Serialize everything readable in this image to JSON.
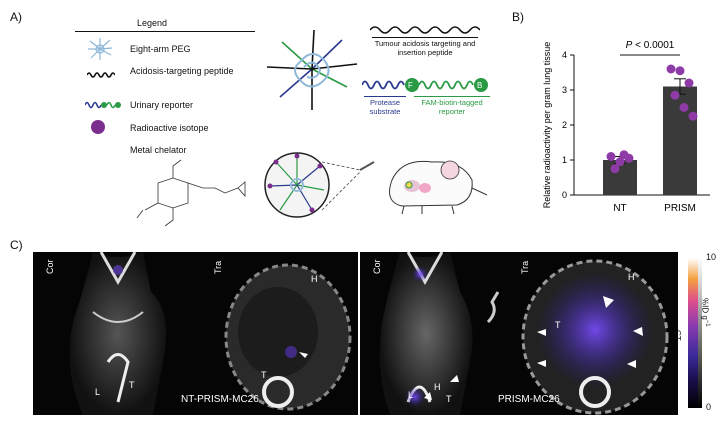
{
  "panels": {
    "a": "A)",
    "b": "B)",
    "c": "C)"
  },
  "legend": {
    "title": "Legend",
    "items": [
      {
        "label": "Eight-arm PEG"
      },
      {
        "label": "Acidosis-targeting peptide"
      },
      {
        "label": "Urinary reporter"
      },
      {
        "label": "Radioactive isotope"
      },
      {
        "label": "Metal chelator"
      }
    ]
  },
  "schematic": {
    "peptide_label": "Tumour acidosis targeting and insertion peptide",
    "protease_label": "Protease substrate",
    "reporter_label": "FAM-biotin-tagged reporter",
    "reporter_letters": {
      "f": "F",
      "b": "B"
    },
    "colors": {
      "peg": "#8fb8d8",
      "protease": "#2b3a8f",
      "reporter": "#2a9a45",
      "isotope": "#7b2d8e",
      "chelator": "#c0202a"
    }
  },
  "chart_data": {
    "type": "bar",
    "categories": [
      "NT",
      "PRISM"
    ],
    "values": [
      1.0,
      3.1
    ],
    "errors": [
      0.1,
      0.22
    ],
    "points": [
      [
        1.1,
        0.95,
        1.05,
        0.75,
        1.15
      ],
      [
        3.6,
        3.55,
        3.2,
        2.85,
        2.5,
        2.25
      ]
    ],
    "ylabel": "Relative radioactivity per gram lung tissue",
    "ylim": [
      0,
      4
    ],
    "yticks": [
      0,
      1,
      2,
      3,
      4
    ],
    "annotation": "P < 0.0001",
    "annotation_p": "P",
    "annotation_rest": " < 0.0001",
    "bar_color": "#3a3a3a",
    "point_color": "#8e3ba8"
  },
  "imaging": {
    "left_label": "NT-PRISM-MC26",
    "right_label": "PRISM-MC26",
    "cor": "Cor",
    "tra": "Tra",
    "marks": {
      "h": "H",
      "t": "T",
      "l": "L"
    },
    "colorbar": {
      "max": "10",
      "min": "0",
      "unit": "%ID g",
      "unit_sup": "−1",
      "ct": "CT"
    }
  }
}
